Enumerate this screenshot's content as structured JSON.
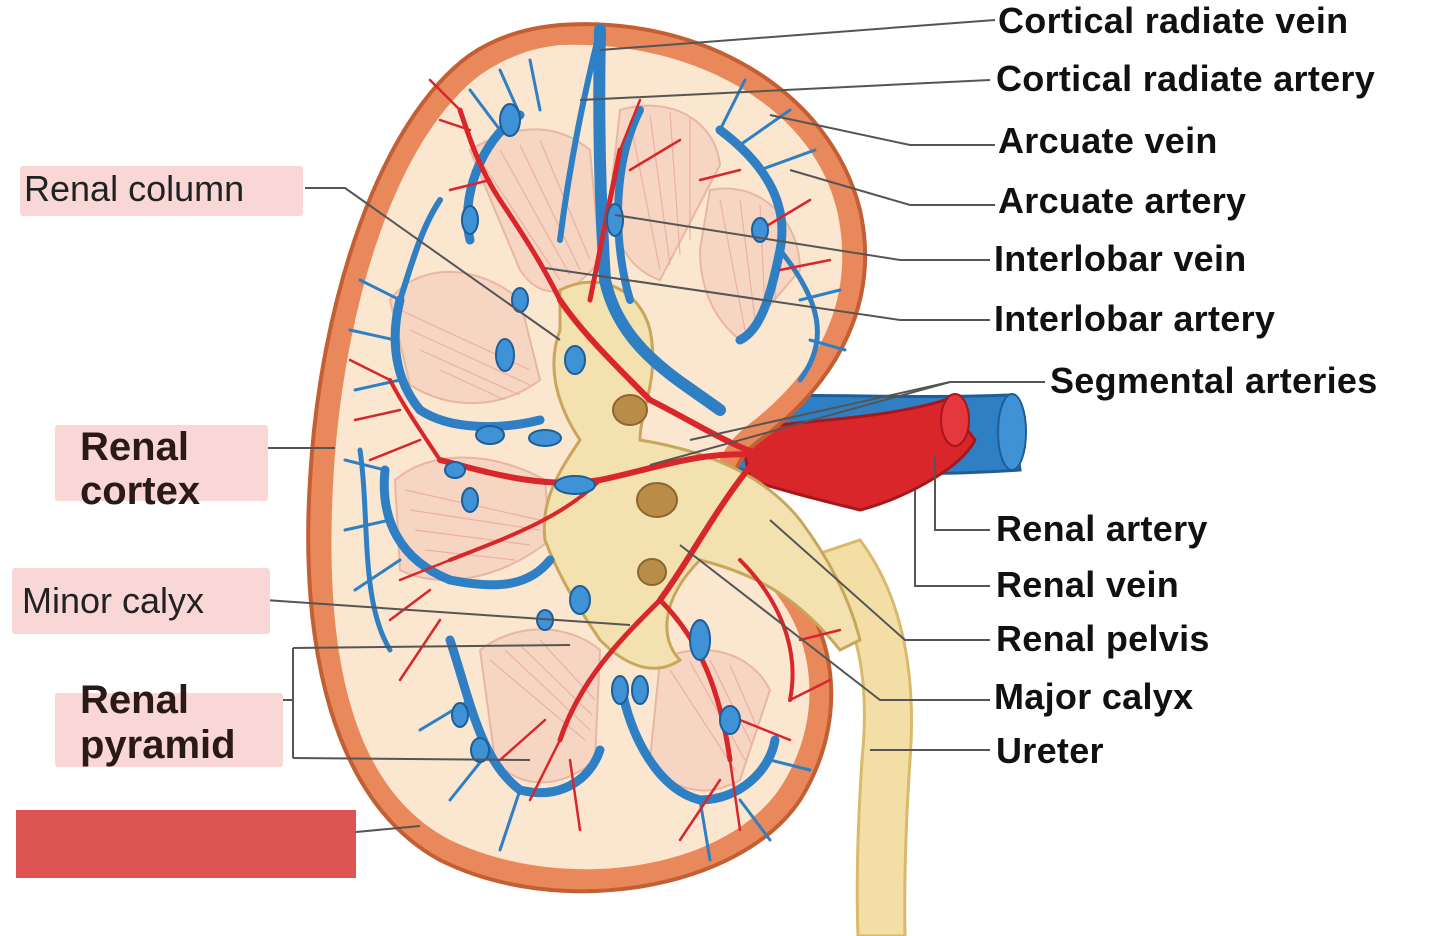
{
  "diagram": {
    "labels_right": {
      "cortical_radiate_vein": "Cortical radiate vein",
      "cortical_radiate_artery": "Cortical radiate artery",
      "arcuate_vein": "Arcuate vein",
      "arcuate_artery": "Arcuate artery",
      "interlobar_vein": "Interlobar vein",
      "interlobar_artery": "Interlobar artery",
      "segmental_arteries": "Segmental arteries",
      "renal_artery": "Renal artery",
      "renal_vein": "Renal vein",
      "renal_pelvis": "Renal pelvis",
      "major_calyx": "Major calyx",
      "ureter": "Ureter"
    },
    "labels_left": {
      "renal_column": "Renal column",
      "renal_cortex_line1": "Renal",
      "renal_cortex_line2": "cortex",
      "minor_calyx": "Minor calyx",
      "renal_pyramid_line1": "Renal",
      "renal_pyramid_line2": "pyramid"
    },
    "colors": {
      "artery": "#d9262a",
      "vein": "#2f7fc4",
      "capsule": "#e07a4f",
      "cortex": "#fbe6cf",
      "pyramid": "#f7d9c4",
      "pelvis": "#f3e2b0",
      "label_highlight": "#f8d7d6",
      "hidden_label_box": "#de5452"
    }
  }
}
